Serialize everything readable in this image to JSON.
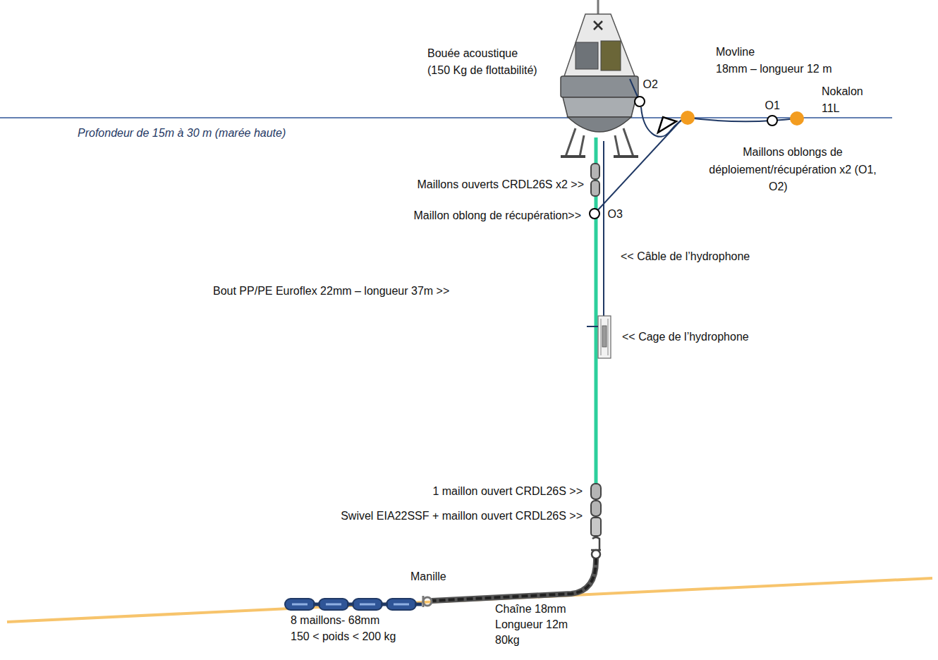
{
  "diagram": {
    "nodes": [
      {
        "text": [
          "O2"
        ]
      },
      {
        "text": [
          "O1"
        ]
      },
      {
        "text": [
          "O3"
        ]
      }
    ],
    "labels": [
      "Bouée acoustique",
      "(150 Kg de flottabilité)",
      "Movline",
      "18mm – longueur 12 m",
      "Nokalon",
      "11L",
      "Profondeur de 15m à 30 m (marée haute)",
      "Maillons oblongs de",
      "déploiement/récupération x2 (O1,",
      "O2)",
      "Maillons ouverts CRDL26S x2 >>",
      "Maillon oblong de récupération>>",
      "<< Câble de l’hydrophone",
      "Bout PP/PE Euroflex 22mm – longueur 37m >>",
      "<< Cage de l’hydrophone",
      "1 maillon ouvert CRDL26S >>",
      "Swivel EIA22SSF + maillon ouvert CRDL26S >>",
      "Manille",
      "Chaîne 18mm",
      "Longueur 12m",
      "80kg",
      "8 maillons- 68mm",
      "150 < poids < 200 kg"
    ]
  }
}
